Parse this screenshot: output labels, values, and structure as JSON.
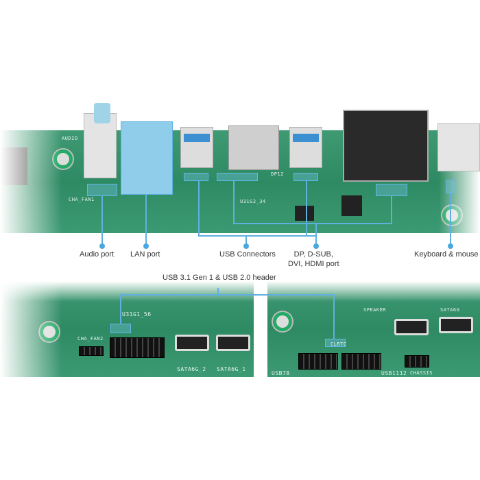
{
  "callouts": {
    "audio": "Audio port",
    "lan": "LAN port",
    "usb": "USB Connectors",
    "display_line1": "DP, D-SUB,",
    "display_line2": "DVI, HDMI port",
    "ps2": "Keyboard & mouse",
    "header": "USB 3.1 Gen 1 & USB 2.0 header"
  },
  "silkscreen": {
    "audio": "AUDIO",
    "cha_fan1": "CHA_FAN1",
    "cha_fan2": "CHA_FAN2",
    "u31g1": "U31G1_56",
    "sata2": "SATA6G_2",
    "sata1": "SATA6G_1",
    "usb78": "USB78",
    "usb1112": "USB1112",
    "chassis": "CHASSIS",
    "clrtc": "CLRTC",
    "dp12": "DP12",
    "u31g2": "U31G2_34",
    "speaker": "SPEAKER",
    "sata6g": "SATA6G"
  },
  "colors": {
    "board": "#2e8a62",
    "highlight": "#5fb8e8"
  }
}
